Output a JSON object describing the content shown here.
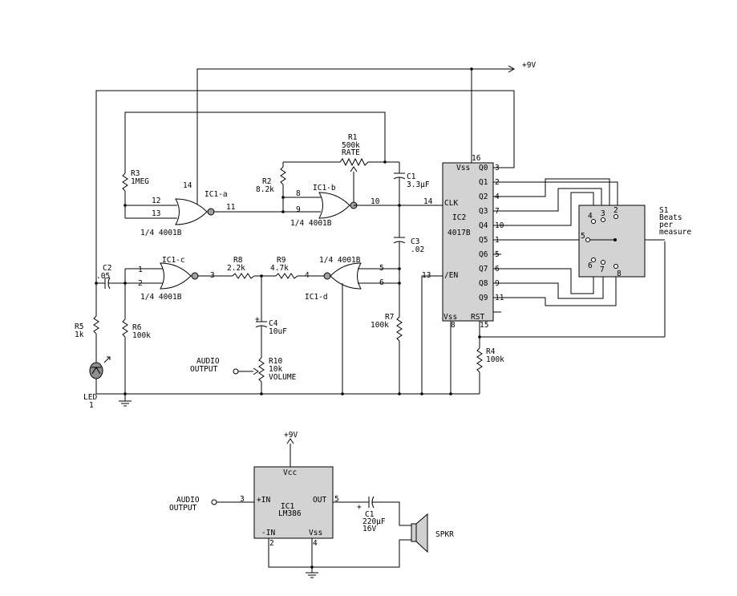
{
  "rails": {
    "vplus": "+9V"
  },
  "ic2": {
    "name": "IC2",
    "part": "4017B",
    "vss_top": "Vss",
    "vss_bot": "Vss",
    "rst": "RST",
    "clk": "CLK",
    "en": "/EN",
    "pin16": "16",
    "pin8": "8",
    "pin15": "15",
    "pin14": "14",
    "pin13": "13",
    "outputs": [
      {
        "q": "Q0",
        "pin": "3"
      },
      {
        "q": "Q1",
        "pin": "2"
      },
      {
        "q": "Q2",
        "pin": "4"
      },
      {
        "q": "Q3",
        "pin": "7"
      },
      {
        "q": "Q4",
        "pin": "10"
      },
      {
        "q": "Q5",
        "pin": "1"
      },
      {
        "q": "Q6",
        "pin": "5"
      },
      {
        "q": "Q7",
        "pin": "6"
      },
      {
        "q": "Q8",
        "pin": "9"
      },
      {
        "q": "Q9",
        "pin": "11"
      }
    ]
  },
  "s1": {
    "name": "S1",
    "line1": "Beats",
    "line2": "per",
    "line3": "measure",
    "contacts": [
      "4",
      "3",
      "2",
      "5",
      "6",
      "7",
      "8"
    ]
  },
  "gates": {
    "a": {
      "name": "IC1-a",
      "part": "1/4  4001B",
      "in1": "12",
      "in2": "13",
      "out": "11",
      "vdd": "14"
    },
    "b": {
      "name": "IC1-b",
      "part": "1/4  4001B",
      "in1": "8",
      "in2": "9",
      "out": "10"
    },
    "c": {
      "name": "IC1-c",
      "part": "1/4  4001B",
      "in1": "1",
      "in2": "2",
      "out": "3"
    },
    "d": {
      "name": "IC1-d",
      "part": "1/4  4001B",
      "in1": "5",
      "in2": "6",
      "out": "4"
    }
  },
  "parts": {
    "r1": {
      "name": "R1",
      "value": "500k",
      "note": "RATE"
    },
    "r2": {
      "name": "R2",
      "value": "8.2k"
    },
    "r3": {
      "name": "R3",
      "value": "1MEG"
    },
    "r4": {
      "name": "R4",
      "value": "100k"
    },
    "r5": {
      "name": "R5",
      "value": "1k"
    },
    "r6": {
      "name": "R6",
      "value": "100k"
    },
    "r7": {
      "name": "R7",
      "value": "100k"
    },
    "r8": {
      "name": "R8",
      "value": "2.2k"
    },
    "r9": {
      "name": "R9",
      "value": "4.7k"
    },
    "r10": {
      "name": "R10",
      "value": "10k",
      "note": "VOLUME"
    },
    "c1": {
      "name": "C1",
      "value": "3.3µF"
    },
    "c2": {
      "name": "C2",
      "value": ".05"
    },
    "c3": {
      "name": "C3",
      "value": ".02"
    },
    "c4": {
      "name": "C4",
      "value": "10uF"
    },
    "led": {
      "name": "LED",
      "num": "1"
    },
    "audio_top": {
      "l1": "AUDIO",
      "l2": "OUTPUT"
    }
  },
  "amp": {
    "vplus": "+9V",
    "ic_name": "IC1",
    "ic_part": "LM386",
    "vcc": "Vcc",
    "plus_in": "+IN",
    "minus_in": "-IN",
    "out": "OUT",
    "vss": "Vss",
    "pin3": "3",
    "pin5": "5",
    "pin2": "2",
    "pin4": "4",
    "audio": {
      "l1": "AUDIO",
      "l2": "OUTPUT"
    },
    "c1": {
      "name": "C1",
      "value": "220µF",
      "volt": "16V",
      "plus": "+"
    },
    "spkr": "SPKR"
  }
}
